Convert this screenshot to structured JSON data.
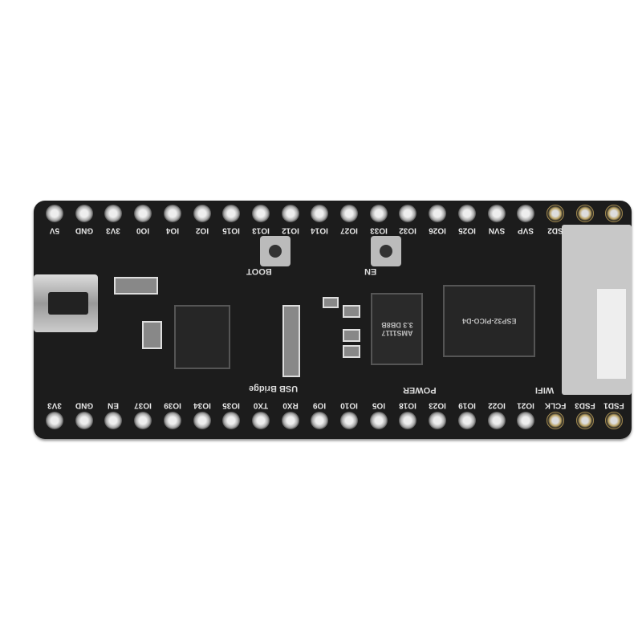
{
  "board": {
    "top_pins": [
      "5V",
      "GND",
      "3V3",
      "IO0",
      "IO4",
      "IO2",
      "IO15",
      "IO13",
      "IO12",
      "IO14",
      "IO27",
      "IO33",
      "IO32",
      "IO26",
      "IO25",
      "SVN",
      "SVP",
      "SD2"
    ],
    "bottom_pins": [
      "3V3",
      "GND",
      "EN",
      "IO37",
      "IO39",
      "IO34",
      "IO35",
      "TX0",
      "RX0",
      "IO9",
      "IO10",
      "IO5",
      "IO18",
      "IO23",
      "IO19",
      "IO22",
      "IO21",
      "FCLK",
      "FSD3",
      "FSD1"
    ],
    "silkscreen": {
      "boot": "BOOT",
      "en": "EN",
      "usb_bridge": "USB Bridge",
      "power": "POWER",
      "wifi": "WIFI"
    },
    "regulator": "AMS1117 3.3 DB8B",
    "soc": "ESP32-PICO-D4",
    "colors": {
      "pcb": "#1c1c1c",
      "pins": "#cccccc"
    }
  }
}
